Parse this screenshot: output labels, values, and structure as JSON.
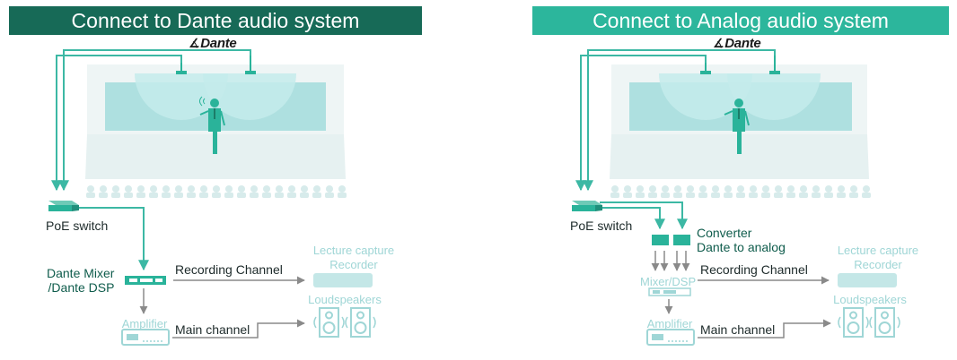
{
  "colors": {
    "left_title_bg": "#176a57",
    "right_title_bg": "#2cb69c",
    "teal_line": "#3cb8a4",
    "light_teal": "#9fd6d6",
    "grey_line": "#8a8a8a",
    "screen": "#aee0e0",
    "room": "#eaf3f3"
  },
  "left": {
    "title": "Connect to Dante audio system",
    "logo": "Dante",
    "logo_icon": "dante-logo-icon",
    "poe_switch": "PoE switch",
    "mixer": "Dante Mixer\n/Dante DSP",
    "recording_channel": "Recording Channel",
    "lecture_capture": "Lecture capture\nRecorder",
    "loudspeakers": "Loudspeakers",
    "amplifier": "Amplifier",
    "main_channel": "Main channel"
  },
  "right": {
    "title": "Connect to Analog audio system",
    "logo": "Dante",
    "logo_icon": "dante-logo-icon",
    "poe_switch": "PoE switch",
    "converter": "Converter\nDante to analog",
    "mixer": "Mixer/DSP",
    "recording_channel": "Recording Channel",
    "lecture_capture": "Lecture capture\nRecorder",
    "loudspeakers": "Loudspeakers",
    "amplifier": "Amplifier",
    "main_channel": "Main channel"
  }
}
